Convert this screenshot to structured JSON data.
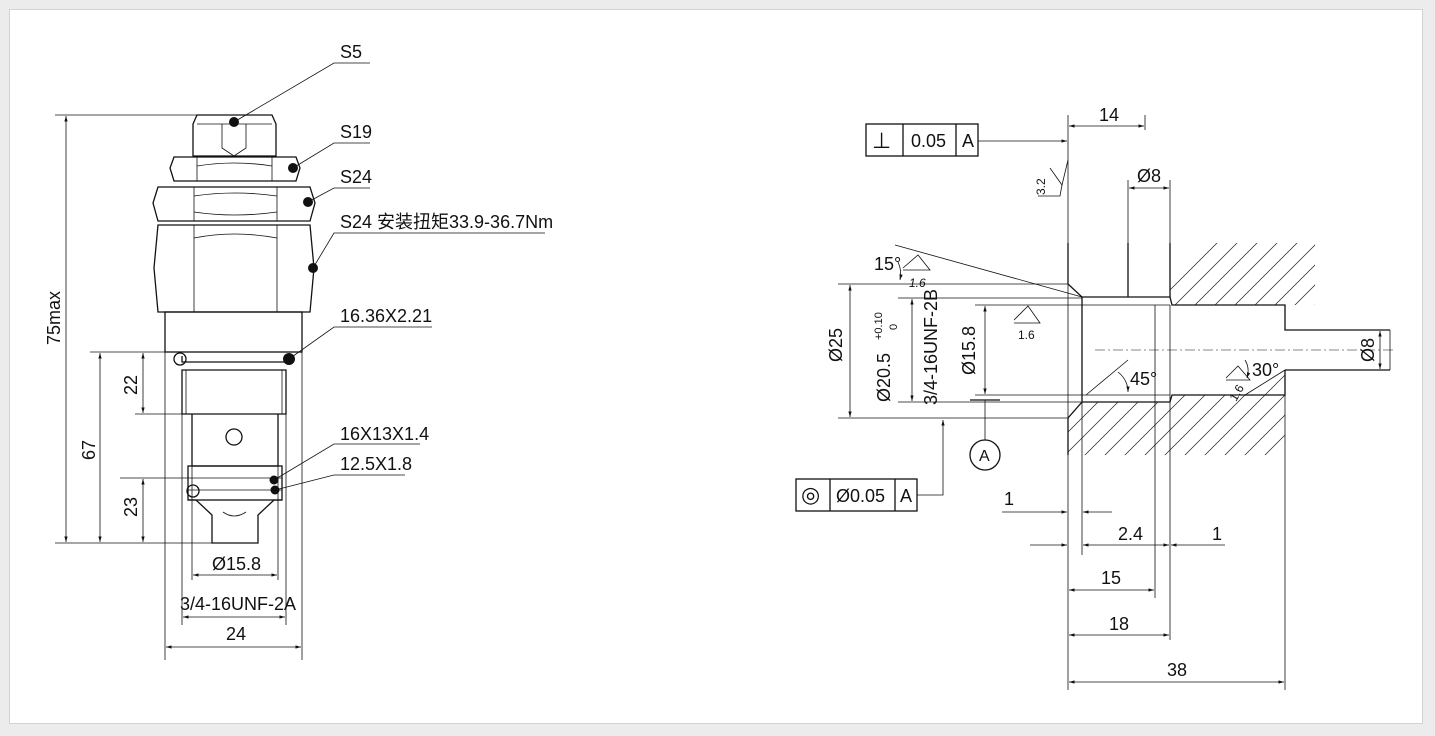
{
  "left_view": {
    "hex_labels": [
      "S5",
      "S19",
      "S24",
      "S24 安装扭矩33.9-36.7Nm"
    ],
    "seal_labels": [
      "16.36X2.21",
      "16X13X1.4",
      "12.5X1.8"
    ],
    "dims": {
      "overall_height": "75max",
      "height_67": "67",
      "height_22": "22",
      "height_23": "23",
      "dia_15_8": "Ø15.8",
      "thread": "3/4-16UNF-2A",
      "width_24": "24"
    }
  },
  "right_view": {
    "perpendicularity_frame": {
      "symbol": "⊥",
      "value": "0.05",
      "datum": "A"
    },
    "concentricity_frame": {
      "symbol": "◎",
      "value": "Ø0.05",
      "datum": "A"
    },
    "datum_label": "A",
    "roughness": [
      "3.2",
      "1.6",
      "1.6",
      "1.6"
    ],
    "angles": [
      "15°",
      "45°",
      "30°"
    ],
    "dims": {
      "dim_14": "14",
      "dia_8_top": "Ø8",
      "dia_25": "Ø25",
      "dia_20_5": "Ø20.5",
      "tol_upper": "+0.10",
      "tol_lower": "0",
      "thread": "3/4-16UNF-2B",
      "dia_15_8": "Ø15.8",
      "dia_8_right": "Ø8",
      "dim_1_left": "1",
      "dim_2_4": "2.4",
      "dim_1_right": "1",
      "dim_15": "15",
      "dim_18": "18",
      "dim_38": "38"
    }
  }
}
